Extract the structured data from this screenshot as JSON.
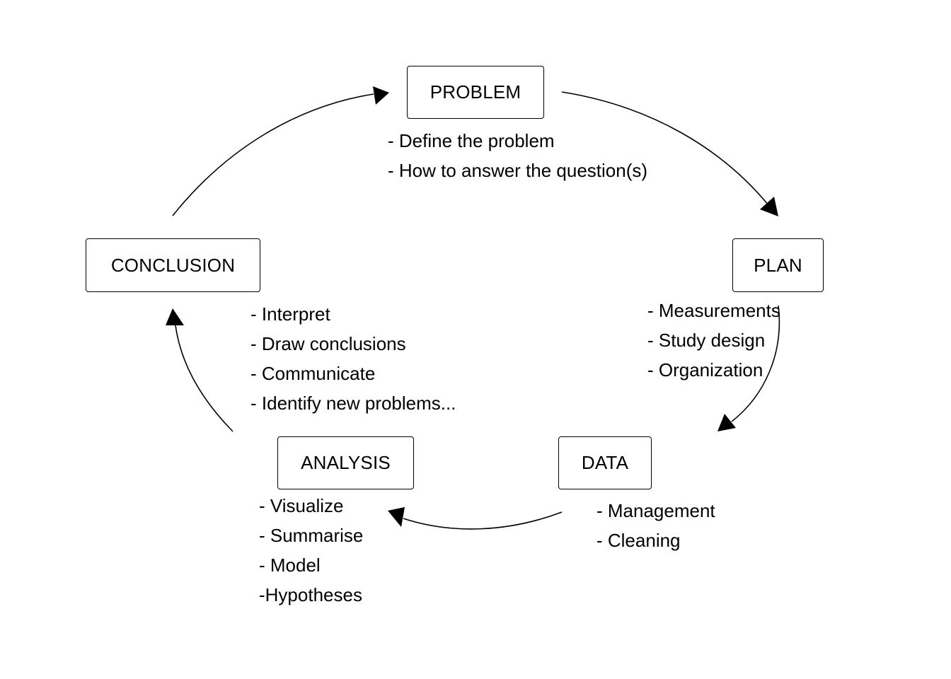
{
  "diagram": {
    "nodes": {
      "problem": {
        "label": "PROBLEM",
        "notes": [
          "- Define the problem",
          "- How to answer the question(s)"
        ]
      },
      "plan": {
        "label": "PLAN",
        "notes": [
          "- Measurements",
          "- Study design",
          "- Organization"
        ]
      },
      "data": {
        "label": "DATA",
        "notes": [
          "- Management",
          "- Cleaning"
        ]
      },
      "analysis": {
        "label": "ANALYSIS",
        "notes": [
          "- Visualize",
          "- Summarise",
          "- Model",
          "-Hypotheses"
        ]
      },
      "conclusion": {
        "label": "CONCLUSION",
        "notes": [
          "- Interpret",
          "- Draw conclusions",
          "- Communicate",
          "- Identify new problems..."
        ]
      }
    },
    "edges": [
      {
        "from": "problem",
        "to": "plan"
      },
      {
        "from": "plan",
        "to": "data"
      },
      {
        "from": "data",
        "to": "analysis"
      },
      {
        "from": "analysis",
        "to": "conclusion"
      },
      {
        "from": "conclusion",
        "to": "problem"
      }
    ]
  }
}
